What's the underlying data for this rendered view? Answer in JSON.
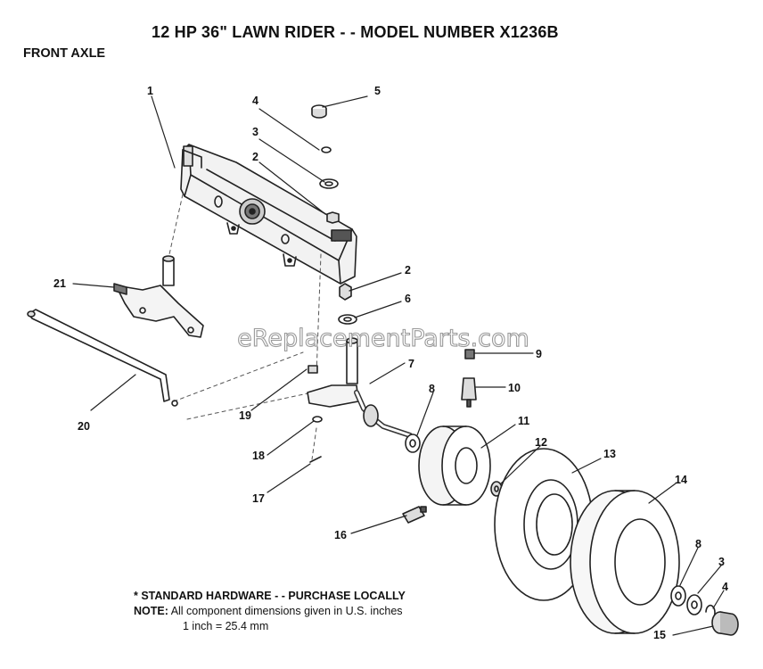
{
  "header": {
    "title": "12 HP 36\" LAWN RIDER - - MODEL NUMBER X1236B",
    "subtitle": "FRONT AXLE"
  },
  "watermark": "eReplacementParts.com",
  "callouts": [
    "1",
    "4",
    "5",
    "3",
    "2",
    "21",
    "2",
    "6",
    "20",
    "9",
    "7",
    "19",
    "8",
    "10",
    "11",
    "18",
    "12",
    "13",
    "17",
    "14",
    "16",
    "8",
    "3",
    "4",
    "15"
  ],
  "notes": {
    "standard_hardware": "* STANDARD HARDWARE - - PURCHASE LOCALLY",
    "note_label": "NOTE:",
    "note_text": "All component dimensions given in U.S. inches",
    "conversion": "1 inch = 25.4 mm"
  }
}
